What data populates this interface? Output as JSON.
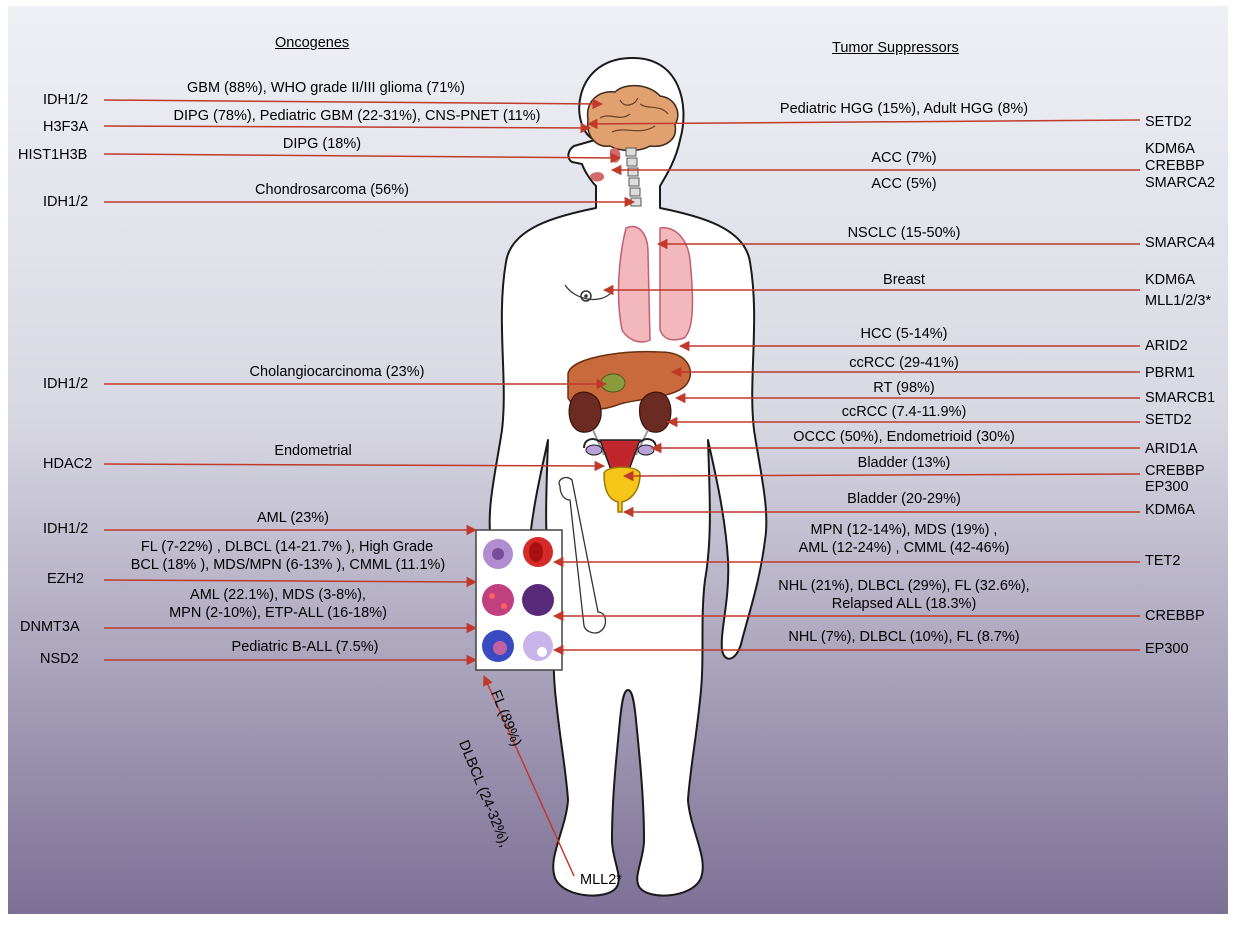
{
  "headers": {
    "oncogenes": "Oncogenes",
    "tumor_suppressors": "Tumor Suppressors"
  },
  "oncogenes": [
    {
      "gene": "IDH1/2",
      "text": "GBM (88%), WHO grade II/III glioma (71%)"
    },
    {
      "gene": "H3F3A",
      "text": "DIPG (78%), Pediatric GBM (22-31%), CNS-PNET (11%)"
    },
    {
      "gene": "HIST1H3B",
      "text": "DIPG (18%)"
    },
    {
      "gene": "IDH1/2",
      "text": "Chondrosarcoma (56%)"
    },
    {
      "gene": "IDH1/2",
      "text": "Cholangiocarcinoma (23%)"
    },
    {
      "gene": "HDAC2",
      "text": "Endometrial"
    },
    {
      "gene": "IDH1/2",
      "text": "AML (23%)"
    },
    {
      "gene": "EZH2",
      "text": [
        "FL (7-22%) , DLBCL (14-21.7% ), High Grade",
        "BCL (18% ), MDS/MPN (6-13% ), CMML (11.1%)"
      ]
    },
    {
      "gene": "DNMT3A",
      "text": [
        "AML (22.1%), MDS (3-8%),",
        "MPN (2-10%), ETP-ALL (16-18%)"
      ]
    },
    {
      "gene": "NSD2",
      "text": "Pediatric B-ALL (7.5%)"
    }
  ],
  "tumor_suppressors": [
    {
      "gene": "SETD2",
      "text": "Pediatric HGG (15%), Adult HGG (8%)"
    },
    {
      "gene": "KDM6A",
      "text": "ACC (7%)"
    },
    {
      "gene": "CREBBP",
      "text": ""
    },
    {
      "gene": "SMARCA2",
      "text": "ACC (5%)"
    },
    {
      "gene": "SMARCA4",
      "text": "NSCLC (15-50%)"
    },
    {
      "gene": "KDM6A",
      "text": "Breast"
    },
    {
      "gene": "MLL1/2/3*",
      "text": ""
    },
    {
      "gene": "ARID2",
      "text": "HCC (5-14%)"
    },
    {
      "gene": "PBRM1",
      "text": "ccRCC (29-41%)"
    },
    {
      "gene": "SMARCB1",
      "text": "RT (98%)"
    },
    {
      "gene": "SETD2",
      "text": "ccRCC (7.4-11.9%)"
    },
    {
      "gene": "ARID1A",
      "text": "OCCC (50%), Endometrioid (30%)"
    },
    {
      "gene": "CREBBP",
      "text": "Bladder (13%)"
    },
    {
      "gene": "EP300",
      "text": ""
    },
    {
      "gene": "KDM6A",
      "text": "Bladder (20-29%)"
    },
    {
      "gene": "TET2",
      "text": [
        "MPN (12-14%), MDS (19%) ,",
        "AML (12-24%) , CMML (42-46%)"
      ]
    },
    {
      "gene": "CREBBP",
      "text": [
        "NHL (21%), DLBCL (29%), FL (32.6%),",
        "Relapsed ALL (18.3%)"
      ]
    },
    {
      "gene": "EP300",
      "text": "NHL (7%), DLBCL (10%), FL (8.7%)"
    }
  ],
  "mll2": {
    "gene": "MLL2*",
    "text": [
      "DLBCL (24-32%),",
      "FL (89%)"
    ]
  },
  "colors": {
    "arrow": "#c0392b",
    "bg_top": "#eef0f5",
    "bg_bottom": "#7d7096",
    "brain": "#e0a070",
    "lung": "#f2b8bc",
    "liver": "#c96a3c",
    "kidney": "#6b2a22",
    "gallbladder": "#8a9a3c",
    "bladder": "#f5c518",
    "uterus": "#c0262b"
  }
}
